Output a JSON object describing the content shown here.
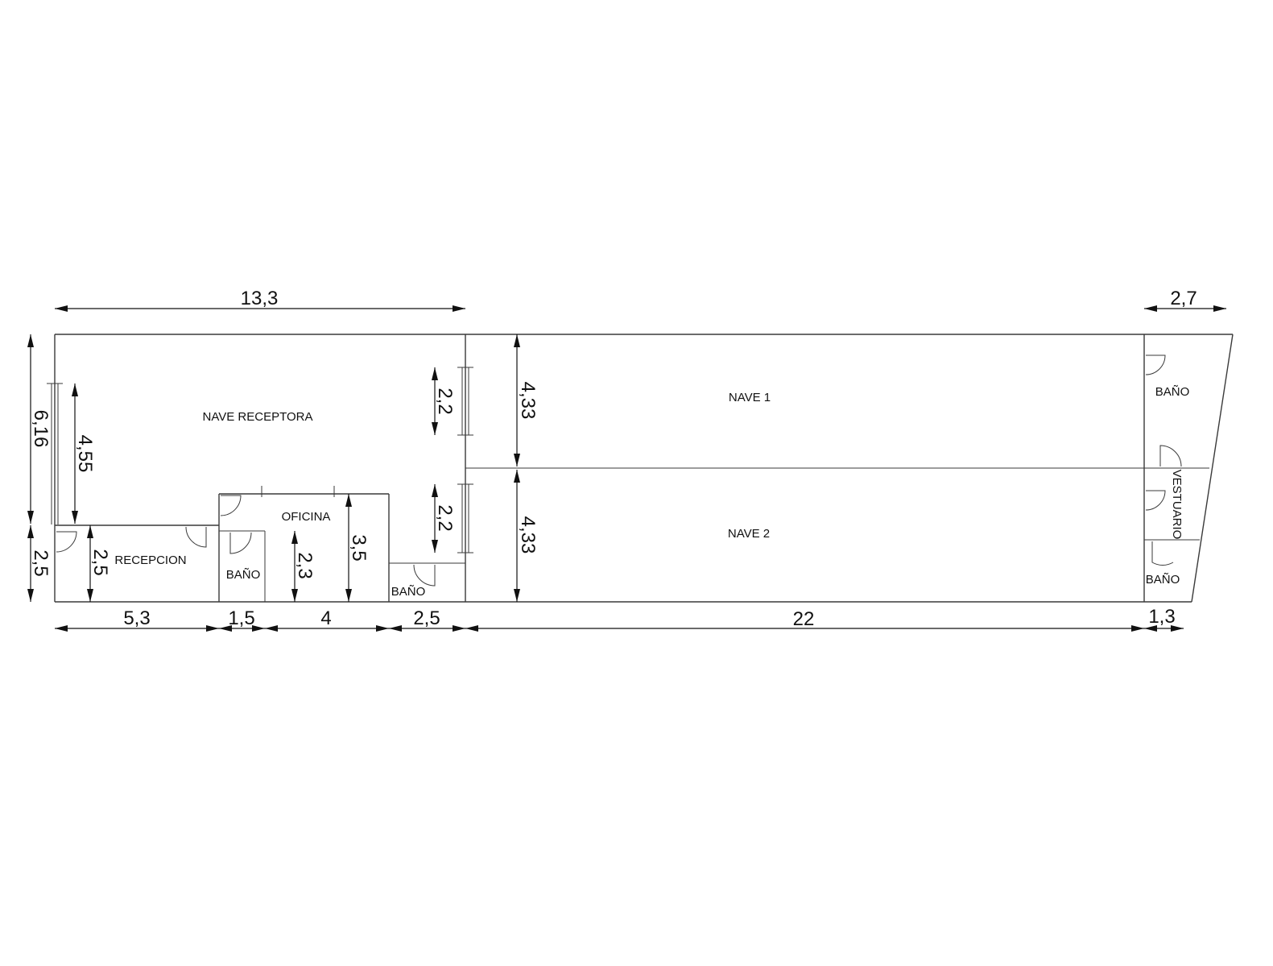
{
  "rooms": {
    "nave_receptora": "NAVE RECEPTORA",
    "nave_1": "NAVE 1",
    "nave_2": "NAVE 2",
    "oficina": "OFICINA",
    "recepcion": "RECEPCION",
    "bano_oficina": "BAÑO",
    "bano_central": "BAÑO",
    "bano_right_top": "BAÑO",
    "bano_right_bottom": "BAÑO",
    "vestuario": "VESTUARIO"
  },
  "dimensions": {
    "top_13_3": "13,3",
    "top_2_7": "2,7",
    "left_6_16": "6,16",
    "left_2_5": "2,5",
    "inner_4_55": "4,55",
    "inner_2_5": "2,5",
    "inner_2_3": "2,3",
    "inner_3_5": "3,5",
    "door_2_2_top": "2,2",
    "door_2_2_bottom": "2,2",
    "nave_4_33_top": "4,33",
    "nave_4_33_bottom": "4,33",
    "bottom_5_3": "5,3",
    "bottom_1_5": "1,5",
    "bottom_4": "4",
    "bottom_2_5": "2,5",
    "bottom_22": "22",
    "bottom_1_3": "1,3"
  }
}
